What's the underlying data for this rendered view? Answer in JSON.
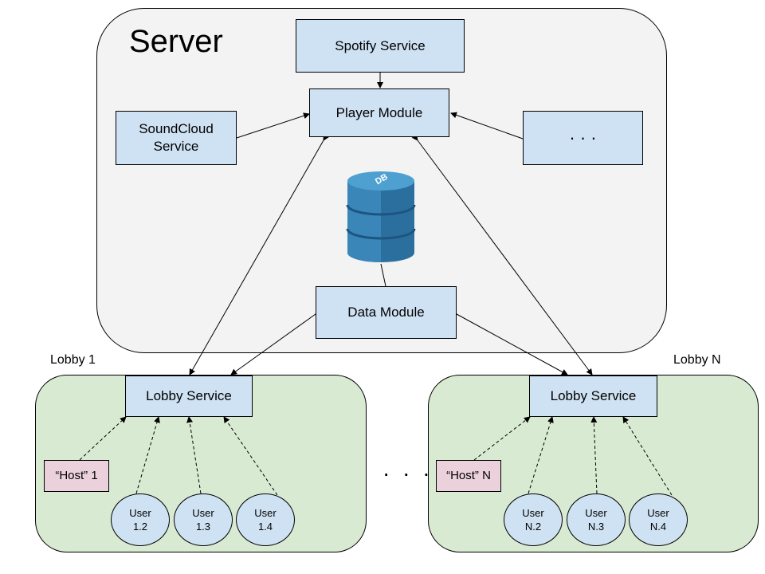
{
  "server": {
    "title": "Server"
  },
  "services": {
    "spotify": "Spotify Service",
    "player": "Player Module",
    "soundcloud": "SoundCloud\nService",
    "other": "· · ·",
    "data": "Data Module"
  },
  "database": {
    "label": "DB",
    "icon": "database-icon"
  },
  "lobby1": {
    "title": "Lobby 1",
    "service": "Lobby Service",
    "host": "“Host” 1",
    "users": [
      "User\n1.2",
      "User\n1.3",
      "User\n1.4"
    ]
  },
  "lobbyN": {
    "title": "Lobby N",
    "service": "Lobby Service",
    "host": "“Host” N",
    "users": [
      "User\nN.2",
      "User\nN.3",
      "User\nN.4"
    ]
  },
  "between_lobbies": "· · ·",
  "colors": {
    "server_fill": "#f3f3f3",
    "lobby_fill": "#d9ead3",
    "node_fill": "#cfe2f3",
    "host_fill": "#ead1dc",
    "db_blue": "#2b6f9e"
  }
}
